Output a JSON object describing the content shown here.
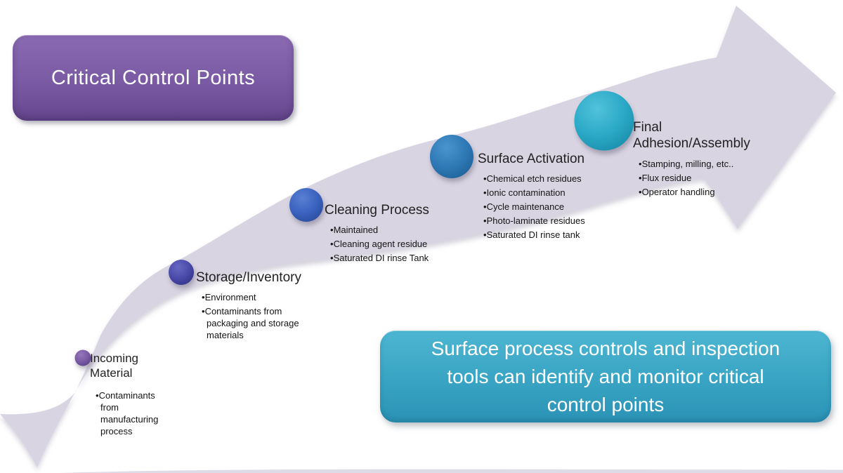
{
  "header_box": {
    "label": "Critical Control Points",
    "bg_top": "#8a6ab1",
    "bg_bottom": "#66478e"
  },
  "callout_box": {
    "lines": [
      "Surface process controls and inspection",
      "tools can identify and monitor critical",
      "control points"
    ],
    "bg_top": "#4db6d2",
    "bg_bottom": "#2b93b6"
  },
  "arrow": {
    "fill": "#d8d4e2",
    "direction": "bottom-left to top-right"
  },
  "milestones": [
    {
      "title_lines": [
        "Incoming",
        "Material"
      ],
      "bullets": [
        "Contaminants from manufacturing process"
      ],
      "dot_color": "#7a5aa5"
    },
    {
      "title_lines": [
        "Storage/Inventory"
      ],
      "bullets": [
        "Environment",
        "Contaminants from packaging and storage materials"
      ],
      "dot_color": "#4a4aaa"
    },
    {
      "title_lines": [
        "Cleaning Process"
      ],
      "bullets": [
        "Maintained",
        "Cleaning agent residue",
        "Saturated DI rinse Tank"
      ],
      "dot_color": "#3b63c0"
    },
    {
      "title_lines": [
        "Surface Activation"
      ],
      "bullets": [
        "Chemical etch residues",
        "Ionic contamination",
        "Cycle maintenance",
        "Photo-laminate residues",
        "Saturated DI rinse tank"
      ],
      "dot_color": "#2f7ab6"
    },
    {
      "title_lines": [
        "Final",
        "Adhesion/Assembly"
      ],
      "bullets": [
        "Stamping, milling, etc..",
        "Flux residue",
        "Operator handling"
      ],
      "dot_color": "#2caac7"
    }
  ]
}
